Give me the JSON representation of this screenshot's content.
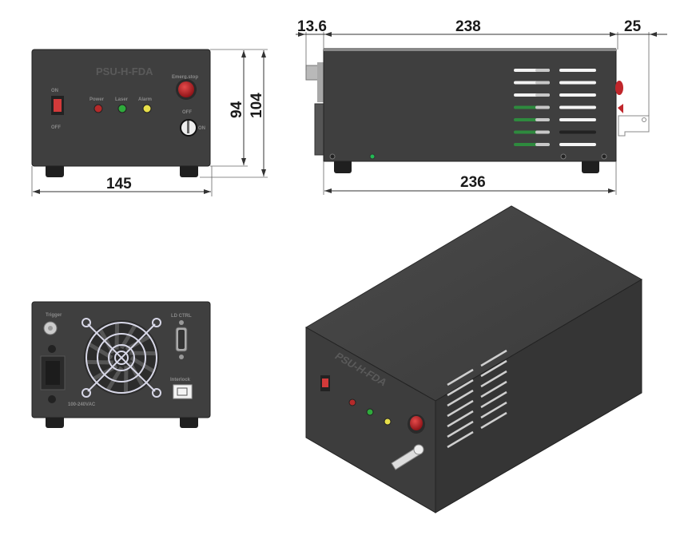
{
  "product": {
    "model": "PSU-H-FDA"
  },
  "front_panel": {
    "switch_on": "ON",
    "switch_off": "OFF",
    "indicators": [
      {
        "label": "Power",
        "color": "#b52a2a"
      },
      {
        "label": "Laser",
        "color": "#2faa3c"
      },
      {
        "label": "Alarm",
        "color": "#e8e04a"
      }
    ],
    "emergency_stop": "Emerg.stop",
    "key_off": "OFF",
    "key_on": "ON"
  },
  "back_panel": {
    "trigger": "Trigger",
    "ld_ctrl": "LD CTRL",
    "interlock": "Interlock",
    "mains": "100-240VAC"
  },
  "dimensions": {
    "front_width": "145",
    "front_height_body": "94",
    "front_height_total": "104",
    "side_front_protrusion": "13.6",
    "side_length_top": "238",
    "side_rear_protrusion": "25",
    "side_length_bottom": "236"
  },
  "colors": {
    "body": "#3f3f3f",
    "foot": "#1f1f1f",
    "estop": "#c0262b"
  }
}
